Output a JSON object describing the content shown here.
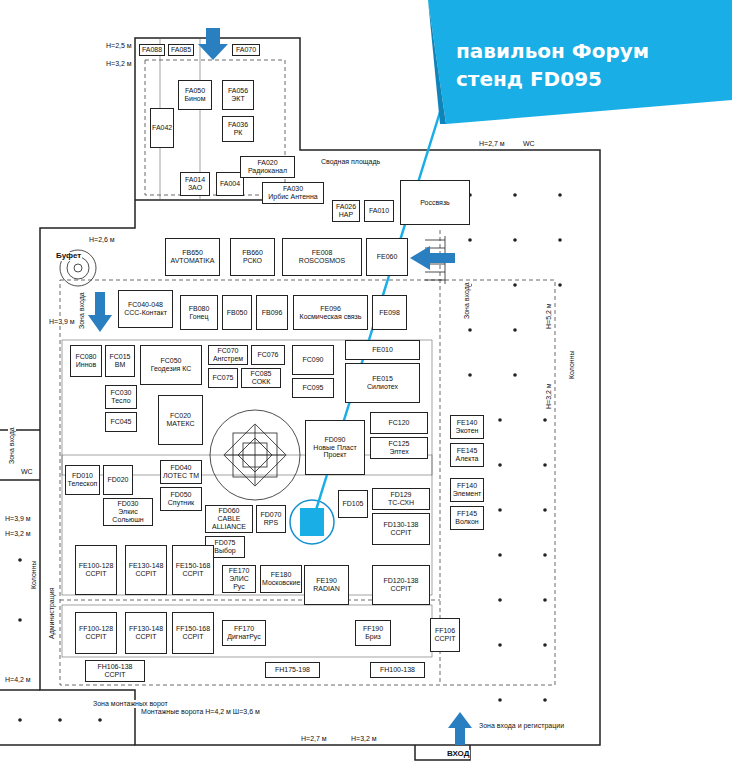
{
  "diagram": {
    "nodes": [
      {
        "text": [
          "павильон Форум стенд FD095"
        ]
      },
      {
        "text": [
          "FA088"
        ]
      },
      {
        "text": [
          "FA085"
        ]
      },
      {
        "text": [
          "FA070"
        ]
      },
      {
        "text": [
          "FA050",
          "Бином"
        ]
      },
      {
        "text": [
          "FA056",
          "ЭКТ"
        ]
      },
      {
        "text": [
          "FA036",
          "РК"
        ]
      },
      {
        "text": [
          "FA042"
        ]
      },
      {
        "text": [
          "FA014",
          "ЗАО"
        ]
      },
      {
        "text": [
          "FA004"
        ]
      },
      {
        "text": [
          "FA020",
          "Радиоканал"
        ]
      },
      {
        "text": [
          "FA030",
          "Ирбис Антенна"
        ]
      },
      {
        "text": [
          "FA026",
          "НАР"
        ]
      },
      {
        "text": [
          "FA010"
        ]
      },
      {
        "text": [
          "Россвязь"
        ]
      },
      {
        "text": [
          "FB650",
          "AVTOMATIKA"
        ]
      },
      {
        "text": [
          "FB660",
          "РСКО"
        ]
      },
      {
        "text": [
          "FE008",
          "ROSCOSMOS"
        ]
      },
      {
        "text": [
          "FE060"
        ]
      },
      {
        "text": [
          "FC040-048",
          "ССС-Контакт"
        ]
      },
      {
        "text": [
          "FB080",
          "Гонец"
        ]
      },
      {
        "text": [
          "FB096"
        ]
      },
      {
        "text": [
          "FB050"
        ]
      },
      {
        "text": [
          "FE096",
          "Космическая связь"
        ]
      },
      {
        "text": [
          "FE098"
        ]
      },
      {
        "text": [
          "FC080",
          "Иннов"
        ]
      },
      {
        "text": [
          "FC015",
          "ВМ"
        ]
      },
      {
        "text": [
          "FC050",
          "Геодезия КС"
        ]
      },
      {
        "text": [
          "FC070",
          "Ангстрем"
        ]
      },
      {
        "text": [
          "FC076"
        ]
      },
      {
        "text": [
          "FC075"
        ]
      },
      {
        "text": [
          "FC085",
          "СОКК"
        ]
      },
      {
        "text": [
          "FC090"
        ]
      },
      {
        "text": [
          "FC095"
        ]
      },
      {
        "text": [
          "FE010"
        ]
      },
      {
        "text": [
          "FE015",
          "Силиотех"
        ]
      },
      {
        "text": [
          "FC120"
        ]
      },
      {
        "text": [
          "FC125",
          "Элтех"
        ]
      },
      {
        "text": [
          "FE140",
          "Экотен"
        ]
      },
      {
        "text": [
          "FE145",
          "Алекта"
        ]
      },
      {
        "text": [
          "FF140",
          "Элемент"
        ]
      },
      {
        "text": [
          "FF145",
          "Волкон"
        ]
      },
      {
        "text": [
          "FC030",
          "Тесло"
        ]
      },
      {
        "text": [
          "FC045"
        ]
      },
      {
        "text": [
          "FC020",
          "МАТЕКС"
        ]
      },
      {
        "text": [
          "FD010",
          "Телескоп"
        ]
      },
      {
        "text": [
          "FD020"
        ]
      },
      {
        "text": [
          "FD030",
          "Элкис Сольюшн"
        ]
      },
      {
        "text": [
          "FD040",
          "ЛОТЕС ТМ"
        ]
      },
      {
        "text": [
          "FD050",
          "Спутник"
        ]
      },
      {
        "text": [
          "FD060",
          "CABLE ALLIANCE"
        ]
      },
      {
        "text": [
          "FD070",
          "RPS"
        ]
      },
      {
        "text": [
          "FD075",
          "Выбор"
        ]
      },
      {
        "text": [
          "FD090",
          "Новые Пласт Проект"
        ]
      },
      {
        "text": [
          "FD105"
        ]
      },
      {
        "text": [
          "FD129",
          "ТС-СХН"
        ]
      },
      {
        "text": [
          "FD130-138",
          "CCPIT"
        ]
      },
      {
        "text": [
          "FE100-128",
          "CCPIT"
        ]
      },
      {
        "text": [
          "FE130-148",
          "CCPIT"
        ]
      },
      {
        "text": [
          "FE150-168",
          "CCPIT"
        ]
      },
      {
        "text": [
          "FE170",
          "ЭЛИС Рус"
        ]
      },
      {
        "text": [
          "FE180",
          "Московские"
        ]
      },
      {
        "text": [
          "FE190",
          "RADIAN"
        ]
      },
      {
        "text": [
          "FD120-138",
          "CCPIT"
        ]
      },
      {
        "text": [
          "FF100-128",
          "CCPIT"
        ]
      },
      {
        "text": [
          "FF130-148",
          "CCPIT"
        ]
      },
      {
        "text": [
          "FF150-168",
          "CCPIT"
        ]
      },
      {
        "text": [
          "FF170",
          "ДигнатРус"
        ]
      },
      {
        "text": [
          "FF190",
          "Бриз"
        ]
      },
      {
        "text": [
          "FF106",
          "CCPIT"
        ]
      },
      {
        "text": [
          "FH106-138",
          "CCPIT"
        ]
      },
      {
        "text": [
          "FH175-198"
        ]
      },
      {
        "text": [
          "FH100-138"
        ]
      }
    ],
    "labels": [
      "Н=2,5 м",
      "Н=3,2 м",
      "Буфет",
      "Н=2,6 м",
      "Н=3,9 м",
      "Н=2,7 м",
      "WC",
      "Н=5,2 м",
      "Н=3,2 м",
      "Колонны",
      "Зона входа",
      "Зона входа",
      "WC",
      "Зона входа",
      "Администрация",
      "Колонны",
      "Зона монтажных ворот",
      "Монтажные ворота Н=4,2 м Ш=3,6 м",
      "Н=2,7 м",
      "Н=3,2 м",
      "ВХОД",
      "Зона входа и регистрации",
      "Сводная площадь",
      "Н=3,9 м",
      "Н=3,2 м",
      "Н=4,2 м"
    ]
  }
}
